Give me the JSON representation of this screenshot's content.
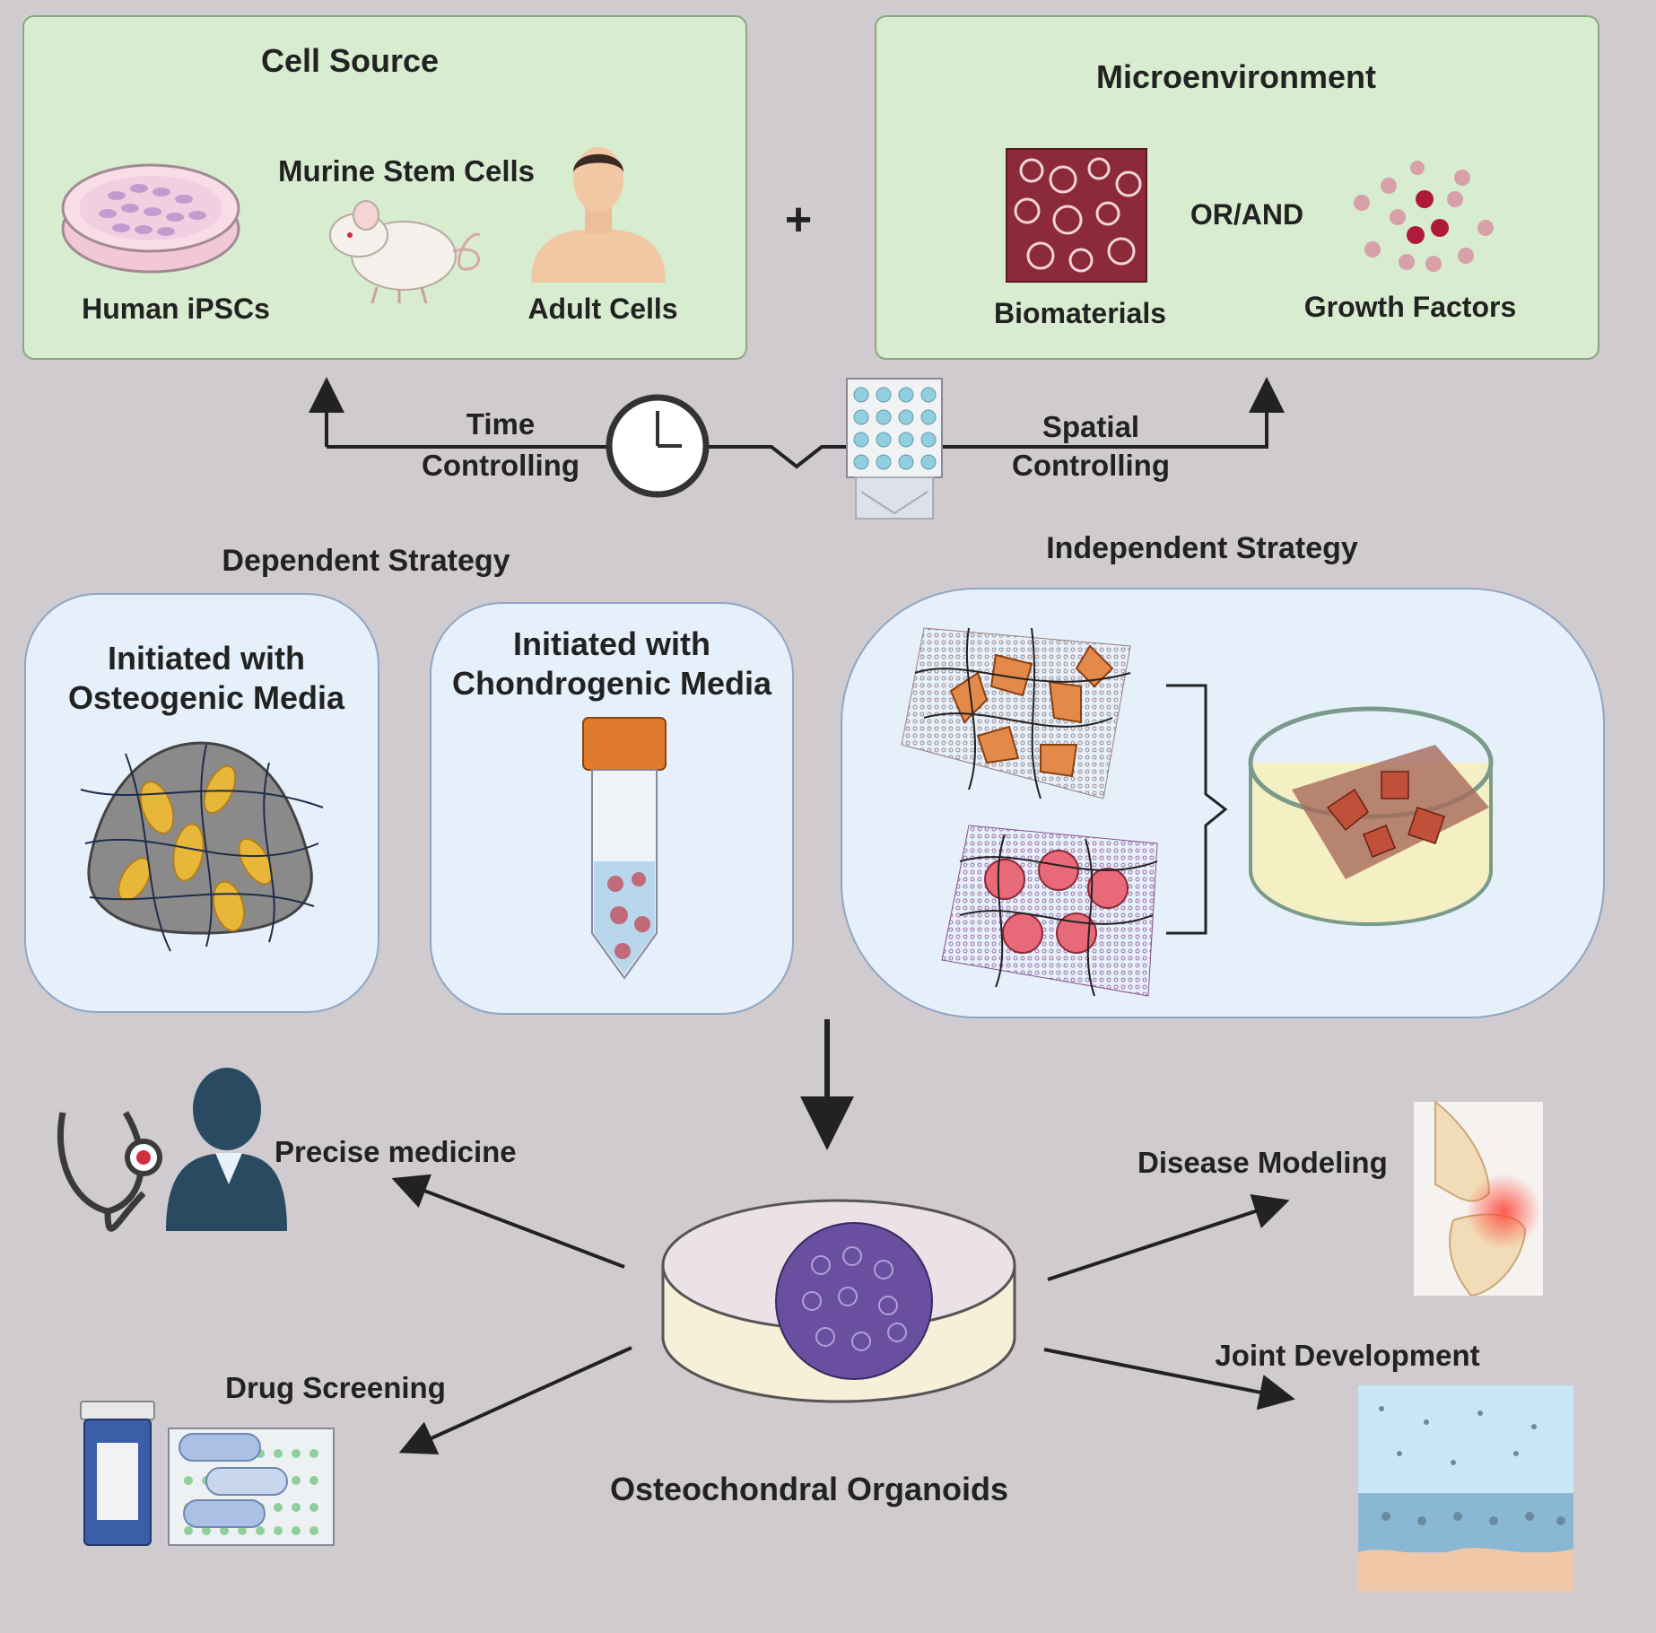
{
  "cell_source": {
    "title": "Cell Source",
    "murine_label": "Murine  Stem Cells",
    "human_ipscs_label": "Human iPSCs",
    "adult_cells_label": "Adult Cells"
  },
  "plus_sign": "+",
  "microenvironment": {
    "title": "Microenvironment",
    "or_and_label": "OR/AND",
    "biomaterials_label": "Biomaterials",
    "growth_factors_label": "Growth Factors"
  },
  "controls": {
    "time_line1": "Time",
    "time_line2": "Controlling",
    "spatial_line1": "Spatial",
    "spatial_line2": "Controlling"
  },
  "strategies": {
    "dependent_title": "Dependent Strategy",
    "independent_title": "Independent Strategy",
    "osteo_line1": "Initiated with",
    "osteo_line2": "Osteogenic Media",
    "chondro_line1": "Initiated with",
    "chondro_line2": "Chondrogenic Media"
  },
  "applications": {
    "precise_medicine": "Precise medicine",
    "drug_screening": "Drug Screening",
    "disease_modeling": "Disease Modeling",
    "joint_development": "Joint Development",
    "organoids": "Osteochondral Organoids"
  },
  "colors": {
    "background": "#cfcbcf",
    "green_panel": "#d8ecd0",
    "blue_panel": "#e6f0fb",
    "osteo_cell": "#e8b73a",
    "chondro_cell": "#e38a4a",
    "organoid_purple": "#6a4fa0"
  },
  "icons": [
    "petri-dish-icon",
    "mouse-icon",
    "human-icon",
    "biomaterial-cube-icon",
    "growth-factor-dots-icon",
    "clock-icon",
    "well-plate-icon",
    "conical-tube-icon",
    "stethoscope-icon",
    "doctor-icon",
    "pill-bottle-icon",
    "knee-joint-icon",
    "cartilage-layers-icon",
    "organoid-dish-icon"
  ]
}
